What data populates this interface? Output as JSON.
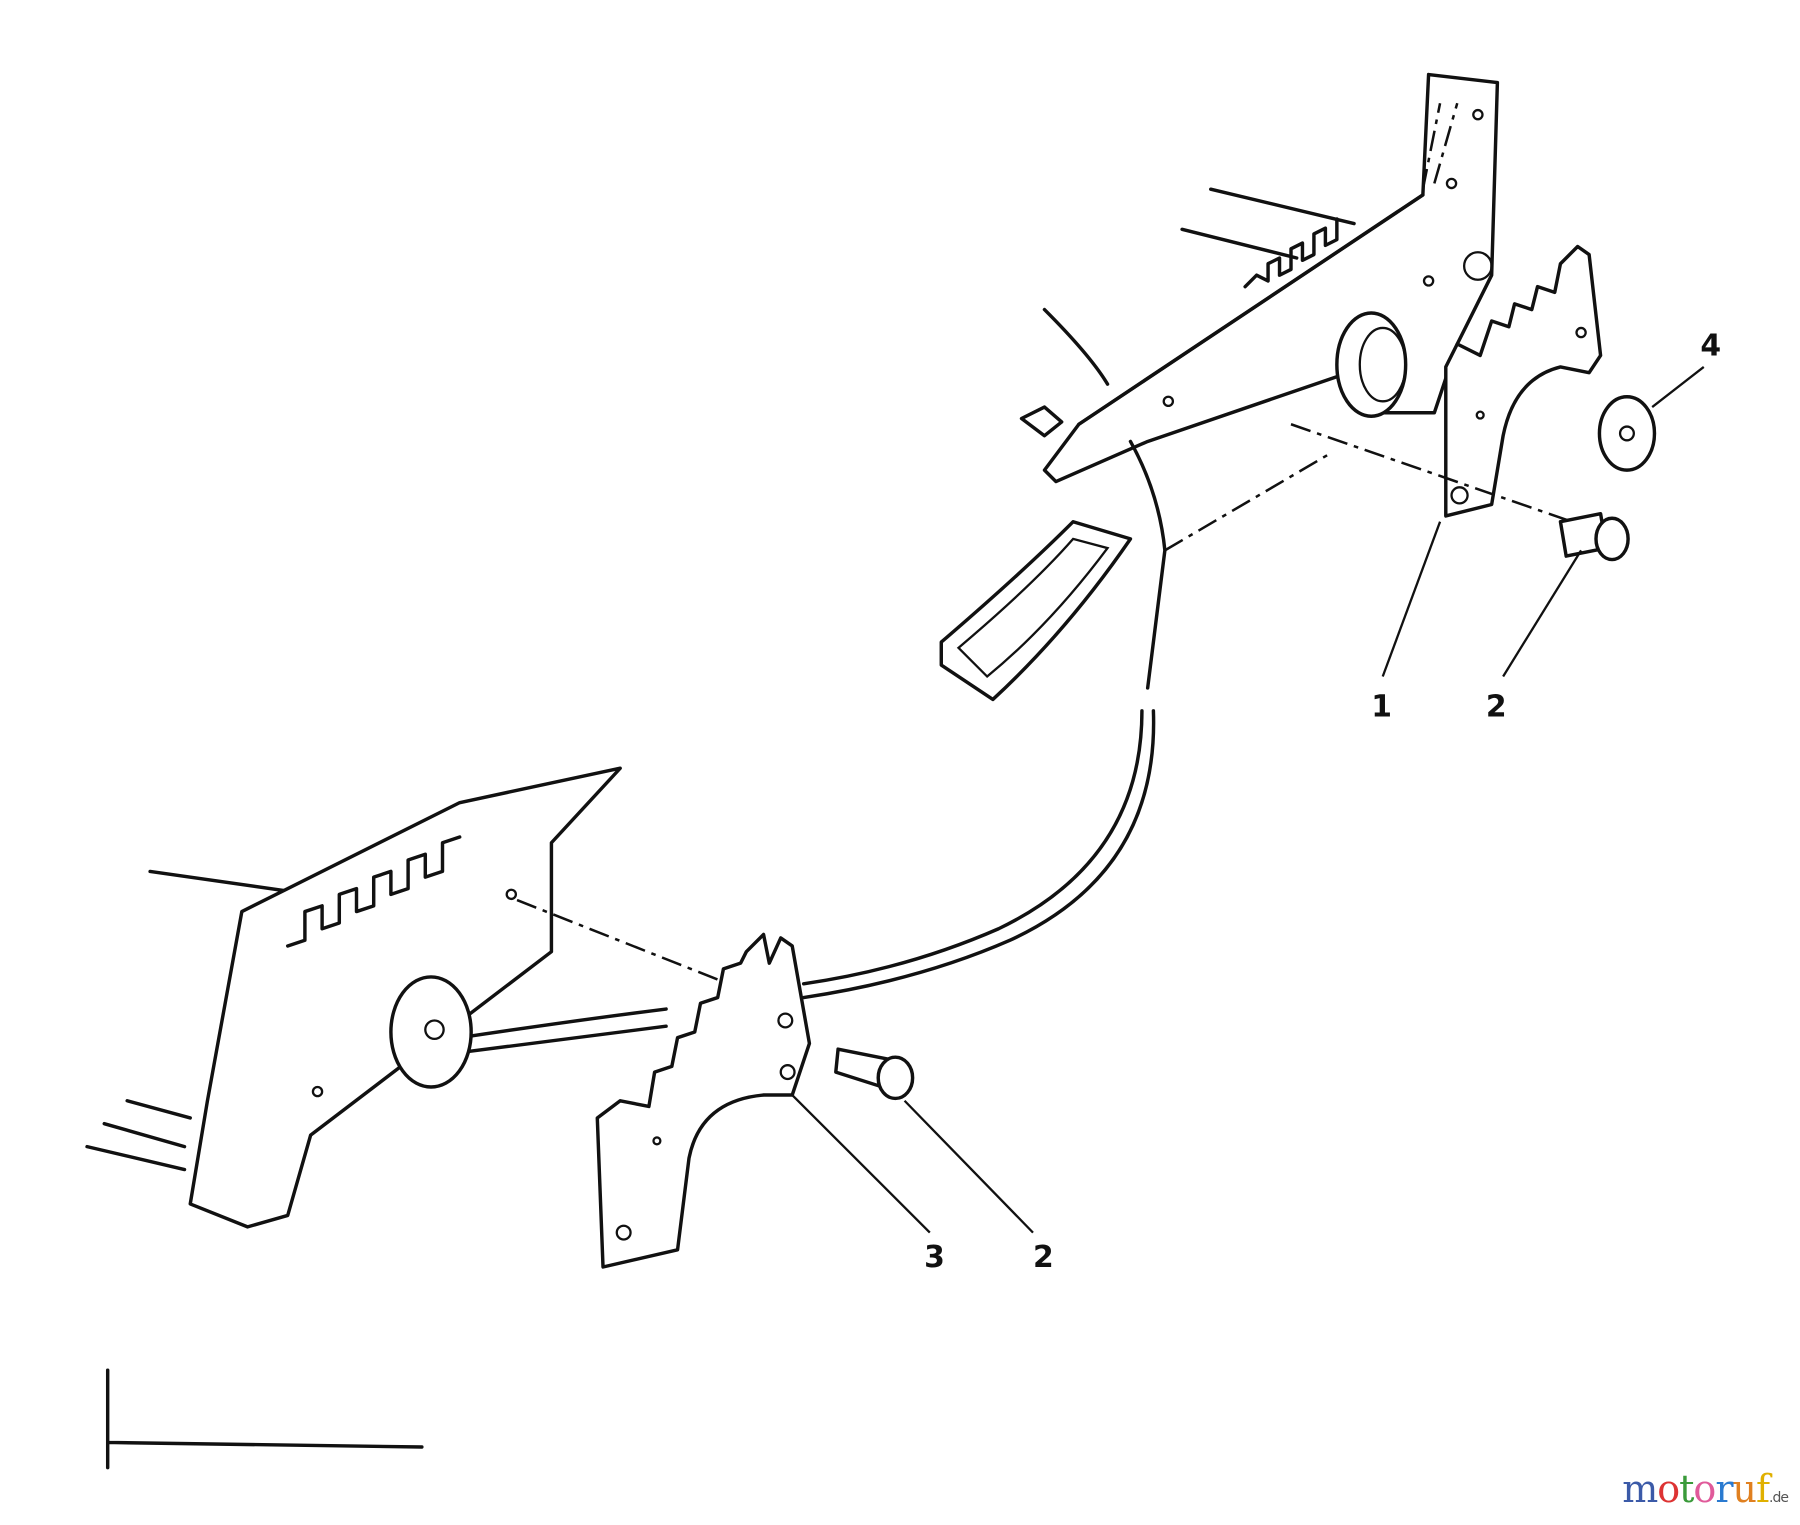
{
  "diagram": {
    "callouts": [
      {
        "id": "callout-1-upper",
        "label": "1"
      },
      {
        "id": "callout-2-upper",
        "label": "2"
      },
      {
        "id": "callout-4",
        "label": "4"
      },
      {
        "id": "callout-3",
        "label": "3"
      },
      {
        "id": "callout-2-lower",
        "label": "2"
      }
    ]
  },
  "watermark": {
    "text": "motoruf",
    "tld": ".de",
    "colors": [
      "#3b5aa8",
      "#d33",
      "#3a9a3a",
      "#e05a9a",
      "#2a7ad0",
      "#e08020",
      "#e0b000"
    ]
  }
}
